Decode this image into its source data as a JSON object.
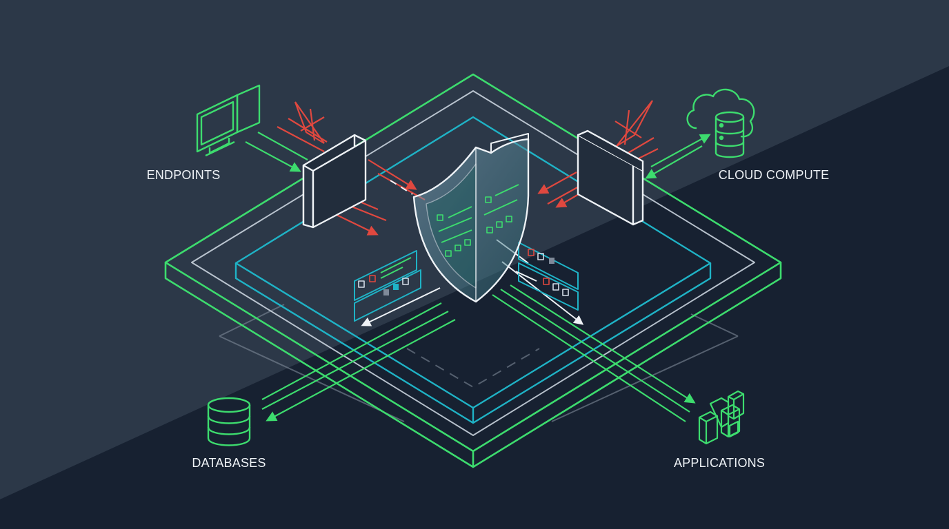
{
  "nodes": {
    "endpoints": {
      "label": "ENDPOINTS",
      "icon": "monitor-icon"
    },
    "cloud": {
      "label": "CLOUD COMPUTE",
      "icon": "cloud-server-icon"
    },
    "databases": {
      "label": "DATABASES",
      "icon": "database-icon"
    },
    "applications": {
      "label": "APPLICATIONS",
      "icon": "app-blocks-icon"
    }
  },
  "center": {
    "icon": "shield-icon"
  },
  "colors": {
    "background_dark": "#172131",
    "background_light": "#2c3848",
    "green": "#3ddc6e",
    "cyan": "#1fb3c6",
    "white_line": "#dde4ee",
    "red": "#e0483f",
    "text": "#eef2f6"
  }
}
